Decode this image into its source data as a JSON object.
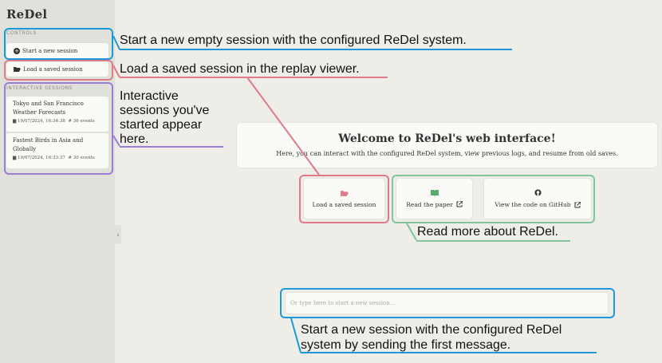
{
  "app": {
    "brand": "ReDel"
  },
  "sidebar": {
    "controls_label": "CONTROLS",
    "new_session_label": "Start a new session",
    "load_session_label": "Load a saved session",
    "sessions_label": "INTERACTIVE SESSIONS",
    "sessions": [
      {
        "title": "Tokyo and San Francisco Weather Forecasts",
        "date": "19/07/2024, 16:34:38",
        "events": "36 events"
      },
      {
        "title": "Fastest Birds in Asia and Globally",
        "date": "19/07/2024, 16:33:37",
        "events": "30 events"
      }
    ],
    "collapse_glyph": "‹"
  },
  "main": {
    "welcome_title": "Welcome to ReDel's web interface!",
    "welcome_subtitle": "Here, you can interact with the configured ReDel system, view previous logs, and resume from old saves.",
    "load_button_label": "Load a saved session",
    "paper_button_label": "Read the paper",
    "github_button_label": "View the code on GitHub",
    "chat_placeholder": "Or type here to start a new session..."
  },
  "annotations": {
    "new_session": "Start a new empty session with the configured ReDel system.",
    "load_session": "Load a saved session in the replay viewer.",
    "sessions": [
      "Interactive",
      "sessions you've",
      "started appear",
      "here."
    ],
    "read_more": "Read more about ReDel.",
    "chat": [
      "Start a new session with the configured ReDel",
      "system by sending the first message."
    ]
  },
  "colors": {
    "blue": "#1a9ad6",
    "red": "#e07a88",
    "purple": "#9b7cd6",
    "green": "#7fc79a"
  }
}
